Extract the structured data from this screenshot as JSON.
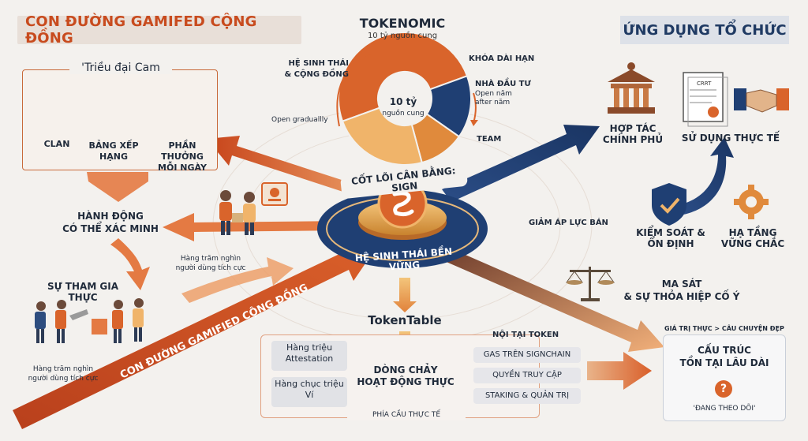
{
  "header": {
    "left_title": "CON ĐƯỜNG GAMIFED CỘNG ĐỒNG",
    "right_title": "ỨNG DỤNG TỔ CHỨC"
  },
  "tokenomic": {
    "title": "TOKENOMIC",
    "subtitle": "10 tỷ nguồn cung",
    "center_value": "10 tỷ",
    "center_label": "nguồn cung",
    "slices": [
      {
        "label": "HỆ SINH THÁI & CỘNG ĐỒNG",
        "color": "#d9642b"
      },
      {
        "label": "KHÓA DÀI HẠN",
        "color": "#1f3f73"
      },
      {
        "label": "NHÀ ĐẦU TƯ",
        "color": "#e08a3c"
      },
      {
        "label": "TEAM",
        "color": "#f0b46a"
      }
    ],
    "slice_labels": {
      "ecosystem_line1": "HỆ SINH THÁI",
      "ecosystem_line2": "& CỘNG ĐỒNG",
      "locked": "KHÓA DÀI HẠN",
      "investor": "NHÀ ĐẦU TƯ",
      "investor_note_1": "Open năm",
      "investor_note_2": "after năm",
      "team": "TEAM"
    },
    "open_gradually": "Open graduallly"
  },
  "cam": {
    "title": "'Triều đại Cam",
    "items": [
      {
        "label1": "CLAN",
        "label2": ""
      },
      {
        "label1": "BẢNG XẾP",
        "label2": "HẠNG"
      },
      {
        "label1": "PHẦN THƯỞNG",
        "label2": "MỖI NGÀY"
      }
    ]
  },
  "left_flow": {
    "verifiable_1": "HÀNH ĐỘNG",
    "verifiable_2": "CÓ THỂ XÁC MINH",
    "hundreds_1": "Hàng trăm nghìn",
    "hundreds_2": "người dùng tích cực",
    "real_participation": "SỰ THAM GIA THỰC",
    "hundreds_b_1": "Hàng trăm nghìn",
    "hundreds_b_2": "người dùng tích cực",
    "arrow_text": "CON ĐƯỜNG GAMIFIED CỘNG ĐỒNG"
  },
  "center": {
    "core_text": "CỐT LÕI CÂN BẰNG: SIGN",
    "ecosystem_text": "HỆ SINH THÁI BỀN VỮNG",
    "sell_pressure": "GIẢM ÁP LỰC BÁN"
  },
  "right": {
    "gov_1": "HỢP TÁC",
    "gov_2": "CHÍNH PHỦ",
    "real_use": "SỬ DỤNG THỰC TẾ",
    "control_1": "KIỂM SOÁT &",
    "control_2": "ỔN ĐỊNH",
    "infra_1": "HẠ TẦNG",
    "infra_2": "VỮNG CHẮC",
    "friction_1": "MA SÁT",
    "friction_2": "& SỰ THỎA HIỆP CỐ Ý",
    "doc_label": "CRRT"
  },
  "tokentable": {
    "title": "TokenTable",
    "attest_1": "Hàng triệu",
    "attest_2": "Attestation",
    "wallet_1": "Hàng chục triệu",
    "wallet_2": "Ví",
    "flow_1": "DÒNG CHẢY",
    "flow_2": "HOẠT ĐỘNG THỰC",
    "intrinsic": "NỘI TẠI TOKEN",
    "pills": [
      "GAS TRÊN SIGNCHAIN",
      "QUYỀN TRUY CẬP",
      "STAKING & QUẢN TRỊ"
    ],
    "bottom_label": "PHÍA CẦU THỰC TẾ"
  },
  "outcome": {
    "top_label": "GIÁ TRỊ THỰC > CÂU CHUYỆN ĐẸP",
    "title_1": "CẤU TRÚC",
    "title_2": "TỒN TẠI LÂU DÀI",
    "question": "?",
    "status": "'ĐANG THEO DÕI'"
  },
  "colors": {
    "orange": "#d9642b",
    "navy": "#1f3f73",
    "light_orange": "#f0b46a"
  }
}
